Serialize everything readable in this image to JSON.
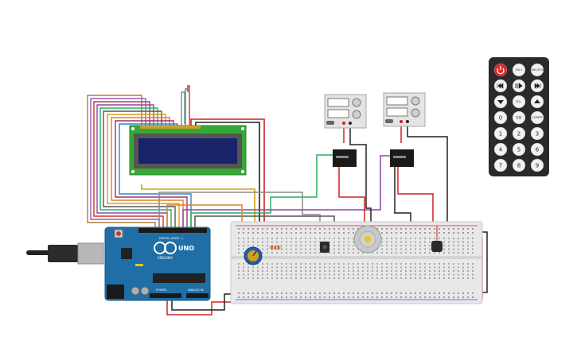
{
  "arduino": {
    "brand": "ARDUINO",
    "model": "UNO",
    "power_label": "POWER",
    "analog_label": "ANALOG IN",
    "digital_label": "DIGITAL (PWM ~)"
  },
  "remote": {
    "buttons": [
      {
        "label": "",
        "kind": "power"
      },
      {
        "label": "VOL+",
        "kind": "round"
      },
      {
        "label": "FUNC/STOP",
        "kind": "round"
      },
      {
        "label": "",
        "kind": "prev"
      },
      {
        "label": "",
        "kind": "playpause"
      },
      {
        "label": "",
        "kind": "next"
      },
      {
        "label": "",
        "kind": "down"
      },
      {
        "label": "VOL-",
        "kind": "round"
      },
      {
        "label": "",
        "kind": "up"
      },
      {
        "label": "0",
        "kind": "round"
      },
      {
        "label": "EQ",
        "kind": "round"
      },
      {
        "label": "ST/REPT",
        "kind": "round"
      },
      {
        "label": "1",
        "kind": "round"
      },
      {
        "label": "2",
        "kind": "round"
      },
      {
        "label": "3",
        "kind": "round"
      },
      {
        "label": "4",
        "kind": "round"
      },
      {
        "label": "5",
        "kind": "round"
      },
      {
        "label": "6",
        "kind": "round"
      },
      {
        "label": "7",
        "kind": "round"
      },
      {
        "label": "8",
        "kind": "round"
      },
      {
        "label": "9",
        "kind": "round"
      }
    ]
  },
  "colors": {
    "arduino_board": "#1f6fa6",
    "breadboard": "#e8e8e8",
    "lcd_board": "#36a836",
    "lcd_screen": "#18236a",
    "remote_body": "#2a2a2a",
    "wire_red": "#d62020",
    "wire_black": "#222222",
    "wire_gray": "#8a8a8a"
  }
}
